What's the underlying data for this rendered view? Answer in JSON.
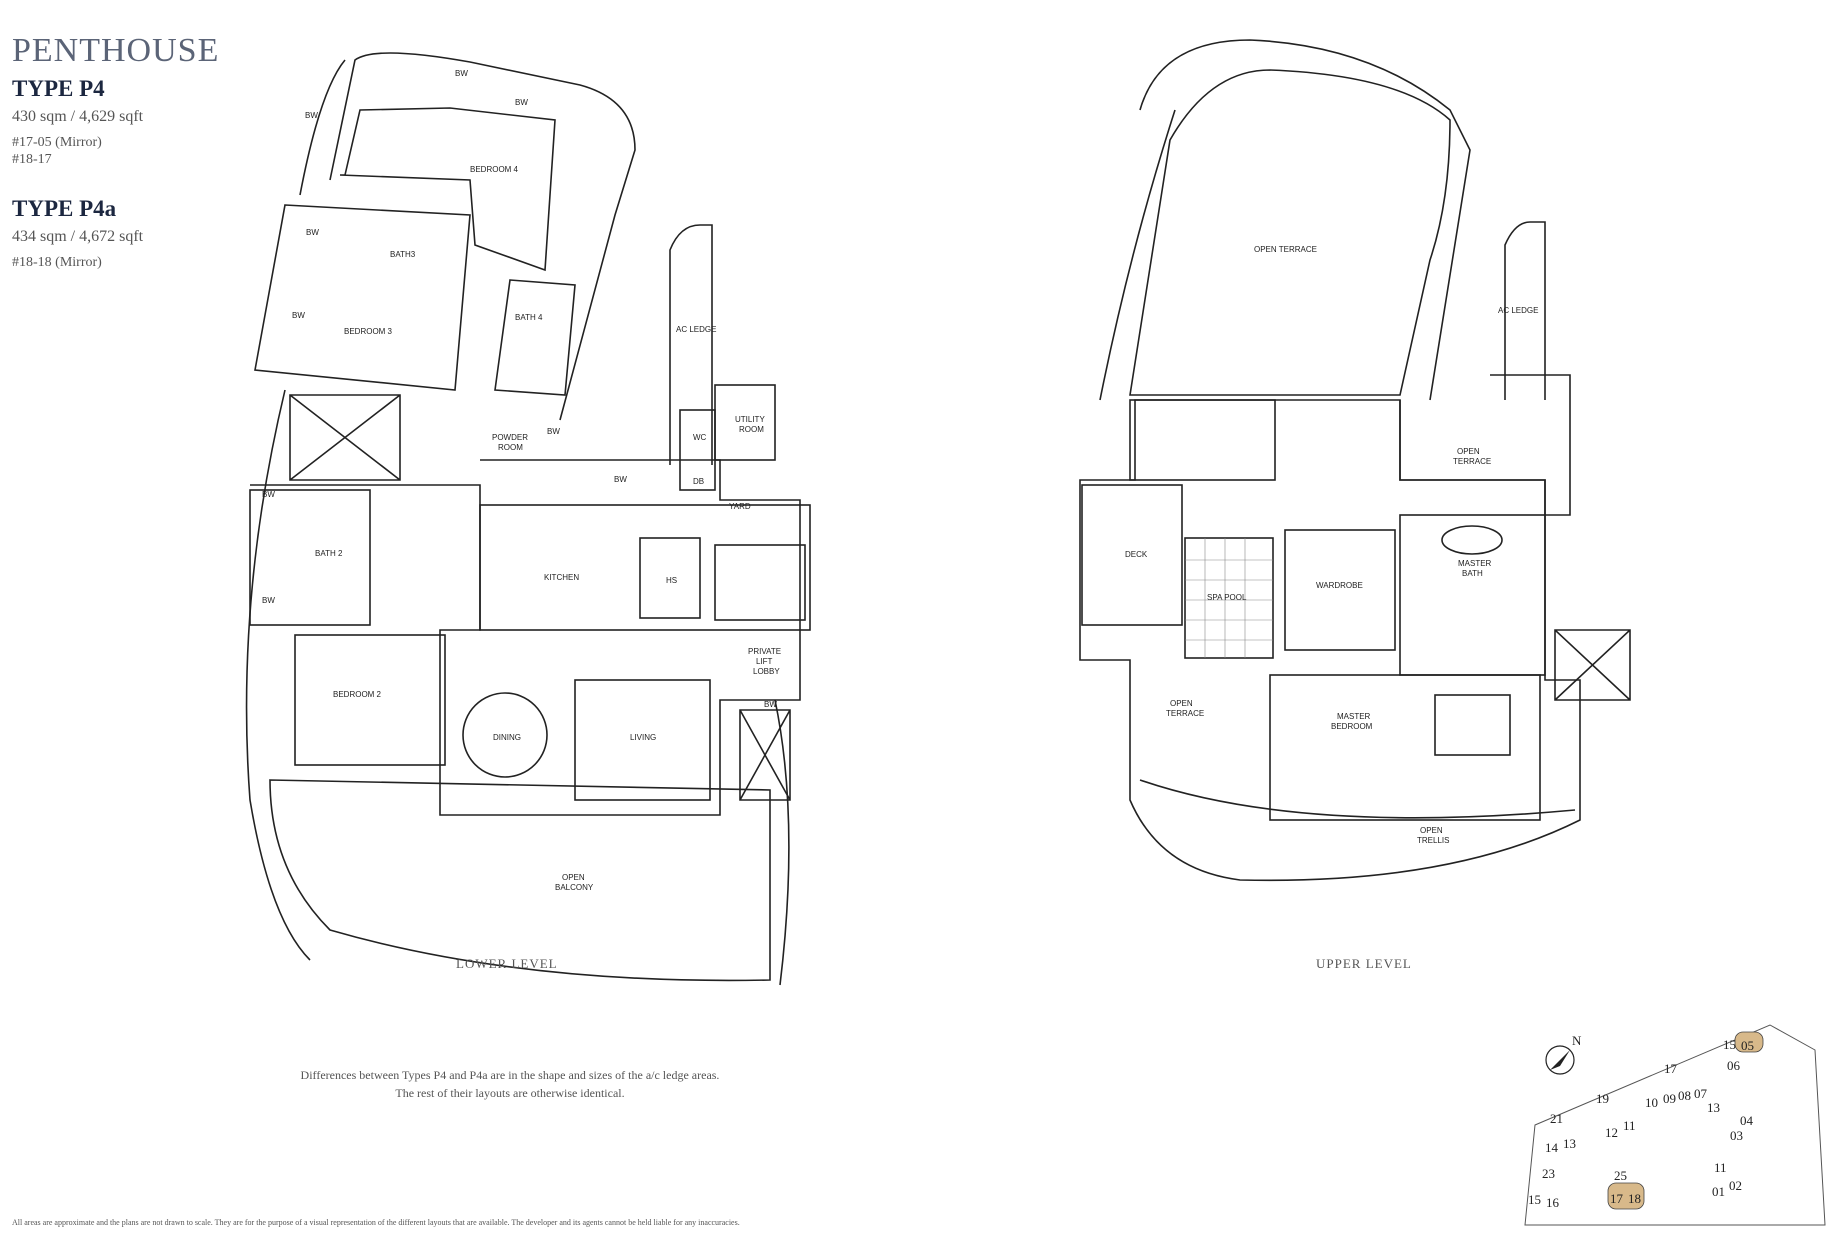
{
  "header": {
    "title": "PENTHOUSE",
    "type_p4": "TYPE P4",
    "area_p4": "430 sqm / 4,629 sqft",
    "units_p4": [
      "#17-05 (Mirror)",
      "#18-17"
    ],
    "type_p4a": "TYPE P4a",
    "area_p4a": "434 sqm / 4,672 sqft",
    "units_p4a": [
      "#18-18 (Mirror)"
    ]
  },
  "lower_level": {
    "caption": "LOWER LEVEL",
    "rooms": {
      "bedroom4": "BEDROOM 4",
      "bedroom3": "BEDROOM 3",
      "bedroom2": "BEDROOM 2",
      "bath3": "BATH3",
      "bath4": "BATH 4",
      "bath2": "BATH 2",
      "powder_room": [
        "POWDER",
        "ROOM"
      ],
      "ac_ledge": "AC LEDGE",
      "utility_room": [
        "UTILITY",
        "ROOM"
      ],
      "wc": "WC",
      "db": "DB",
      "yard": "YARD",
      "kitchen": "KITCHEN",
      "hs": "HS",
      "private_lift_lobby": [
        "PRIVATE",
        "LIFT",
        "LOBBY"
      ],
      "dining": "DINING",
      "living": "LIVING",
      "open_balcony": [
        "OPEN",
        "BALCONY"
      ],
      "bw": "BW"
    }
  },
  "upper_level": {
    "caption": "UPPER LEVEL",
    "rooms": {
      "open_terrace_top": "OPEN TERRACE",
      "ac_ledge": "AC LEDGE",
      "open_terrace_right": [
        "OPEN",
        "TERRACE"
      ],
      "deck": "DECK",
      "spa_pool": "SPA POOL",
      "wardrobe": "WARDROBE",
      "master_bath": [
        "MASTER",
        "BATH"
      ],
      "open_terrace_left": [
        "OPEN",
        "TERRACE"
      ],
      "master_bedroom": [
        "MASTER",
        "BEDROOM"
      ],
      "open_trellis": [
        "OPEN",
        "TRELLIS"
      ]
    }
  },
  "note": {
    "line1": "Differences between Types P4 and P4a are in the shape and sizes of the a/c ledge areas.",
    "line2": "The rest of their layouts are otherwise identical."
  },
  "disclaimer": "All areas are approximate and the plans are not drawn to scale. They are for the purpose of a visual representation of the different layouts that are available. The developer and its agents cannot be held liable for any inaccuracies.",
  "key_plan": {
    "north": "N",
    "blocks": [
      "15",
      "05",
      "06",
      "17",
      "10",
      "09",
      "08",
      "07",
      "19",
      "12",
      "11",
      "13",
      "04",
      "03",
      "21",
      "14",
      "13",
      "11",
      "01",
      "02",
      "23",
      "15",
      "16",
      "25",
      "17",
      "18"
    ],
    "highlight_color": "#d8b98a"
  }
}
